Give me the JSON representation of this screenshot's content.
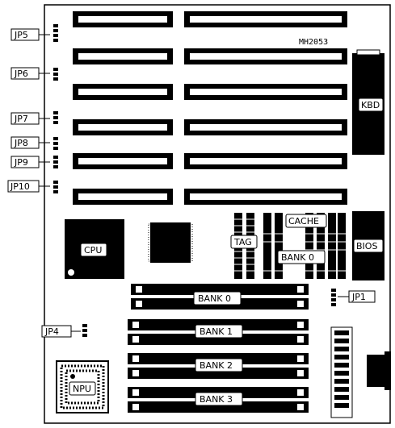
{
  "diagram": {
    "model": "MH2053",
    "jumpers": {
      "jp5": "JP5",
      "jp6": "JP6",
      "jp7": "JP7",
      "jp8": "JP8",
      "jp9": "JP9",
      "jp10": "JP10",
      "jp4": "JP4",
      "jp1": "JP1"
    },
    "chips": {
      "cpu": "CPU",
      "npu": "NPU",
      "kbd": "KBD",
      "bios": "BIOS",
      "tag": "TAG",
      "cache": "CACHE",
      "cache_bank": "BANK 0"
    },
    "simm_banks": [
      "BANK 0",
      "BANK 1",
      "BANK 2",
      "BANK 3"
    ]
  }
}
